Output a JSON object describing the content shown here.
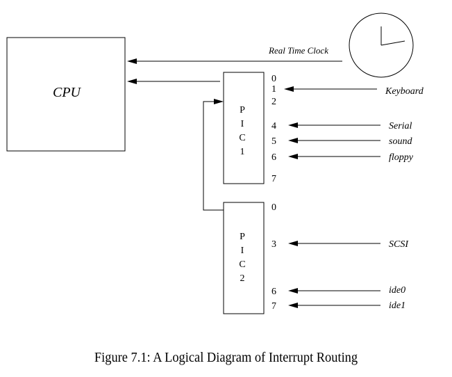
{
  "cpu": {
    "label": "CPU"
  },
  "clock": {
    "label": "Real Time Clock"
  },
  "pic1": {
    "letters": [
      "P",
      "I",
      "C",
      "1"
    ]
  },
  "pic2": {
    "letters": [
      "P",
      "I",
      "C",
      "2"
    ]
  },
  "pic1_lines": [
    {
      "pin": "0",
      "device": ""
    },
    {
      "pin": "1",
      "device": "Keyboard"
    },
    {
      "pin": "2",
      "device": ""
    },
    {
      "pin": "4",
      "device": "Serial"
    },
    {
      "pin": "5",
      "device": "sound"
    },
    {
      "pin": "6",
      "device": "floppy"
    },
    {
      "pin": "7",
      "device": ""
    }
  ],
  "pic2_lines": [
    {
      "pin": "0",
      "device": ""
    },
    {
      "pin": "3",
      "device": "SCSI"
    },
    {
      "pin": "6",
      "device": "ide0"
    },
    {
      "pin": "7",
      "device": "ide1"
    }
  ],
  "caption": "Figure 7.1: A Logical Diagram of Interrupt Routing"
}
